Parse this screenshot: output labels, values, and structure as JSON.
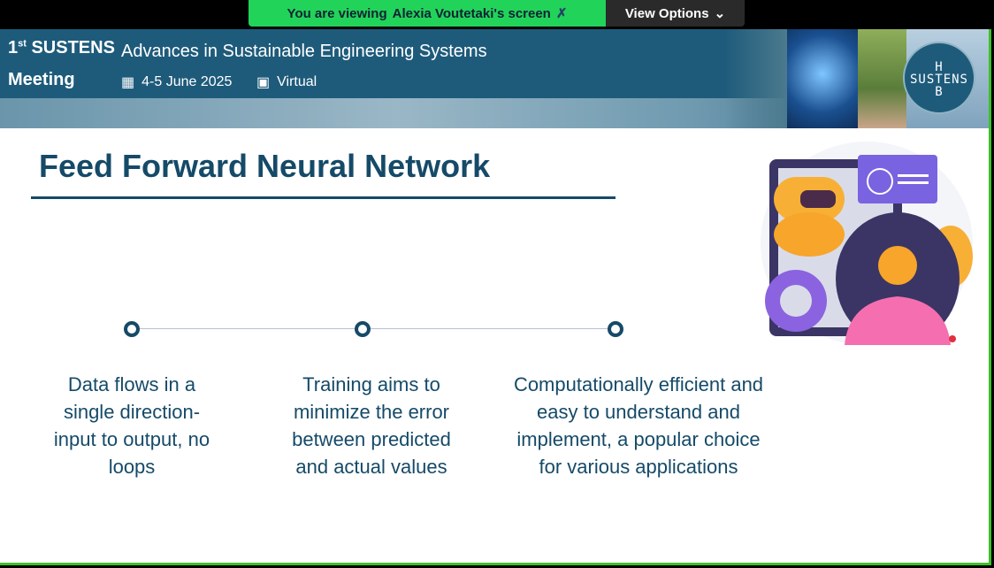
{
  "share_bar": {
    "viewing_label": "You are viewing",
    "presenter": "Alexia Voutetaki's screen",
    "view_options": "View Options"
  },
  "header": {
    "line1": "SUSTENS",
    "line1_prefix": "1",
    "line1_sup": "st",
    "line2": "Meeting",
    "conference": "Advances in Sustainable Engineering Systems",
    "date": "4-5 June 2025",
    "mode": "Virtual",
    "logo": [
      "H",
      "SUSTENS",
      "B"
    ]
  },
  "slide": {
    "title": "Feed Forward Neural Network",
    "points": [
      {
        "text": "Data flows in a single direction- input to output, no loops"
      },
      {
        "text": "Training aims to minimize the error between predicted and actual values"
      },
      {
        "text": "Computationally efficient and easy to understand and implement, a popular choice for various applications"
      }
    ]
  },
  "colors": {
    "accent": "#154a68",
    "share_green": "#22d35a",
    "header": "#1e5b7b"
  }
}
